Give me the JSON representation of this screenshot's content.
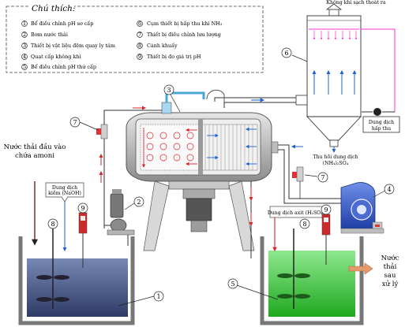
{
  "legend": {
    "title": "Chú thích:",
    "items": [
      {
        "no": "1",
        "text": "Bể điều chỉnh pH sơ cấp"
      },
      {
        "no": "2",
        "text": "Bơm nước thải"
      },
      {
        "no": "3",
        "text": "Thiết bị vật liệu đệm quay ly tâm"
      },
      {
        "no": "4",
        "text": "Quạt cấp không khí"
      },
      {
        "no": "5",
        "text": "Bể điều chỉnh pH thứ cấp"
      },
      {
        "no": "6",
        "text": "Cụm thiết bị hấp thu khí NH₃"
      },
      {
        "no": "7",
        "text": "Thiết bị điều chỉnh lưu lượng"
      },
      {
        "no": "8",
        "text": "Cánh khuấy"
      },
      {
        "no": "9",
        "text": "Thiết bị đo giá trị pH"
      }
    ]
  },
  "labels": {
    "clean_air": "Không khí sạch thoát ra",
    "absorbent": [
      "Dung dịch",
      "hấp thu"
    ],
    "ammonium_sulfate": [
      "Thu hồi dung dịch",
      "(NH₄)₂SO₄"
    ],
    "influent": [
      "Nước thải đầu vào",
      "chứa amoni"
    ],
    "alkali": [
      "Dung dịch",
      "kiềm (NaOH)"
    ],
    "acid": "Dung dịch axit (H₂SO₄)",
    "effluent": [
      "Nước",
      "thải",
      "sau",
      "xử lý"
    ]
  },
  "callouts": [
    "1",
    "2",
    "3",
    "4",
    "5",
    "6",
    "7",
    "7",
    "8",
    "8",
    "9",
    "9"
  ],
  "colors": {
    "pipe": "#333333",
    "flow_blue": "#1f5fd0",
    "flow_red": "#d8252b",
    "flow_pink": "#ff2fd6",
    "tank1_water": "#4a5b86",
    "tank2_water": "#3fc63f",
    "effluent_arrow": "#e59a6c",
    "influent_arrow": "#b55a3a"
  }
}
